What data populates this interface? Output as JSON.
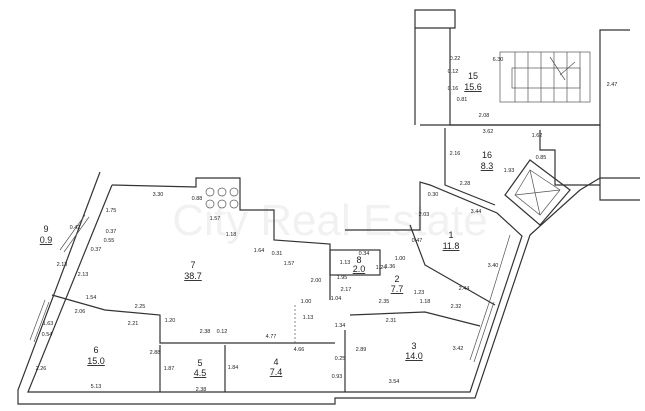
{
  "watermark": "City Real Estate",
  "rooms": [
    {
      "number": "1",
      "area": "11.8"
    },
    {
      "number": "2",
      "area": "7.7"
    },
    {
      "number": "3",
      "area": "14.0"
    },
    {
      "number": "4",
      "area": "7.4"
    },
    {
      "number": "5",
      "area": "4.5"
    },
    {
      "number": "6",
      "area": "15.0"
    },
    {
      "number": "7",
      "area": "38.7"
    },
    {
      "number": "8",
      "area": "2.0"
    },
    {
      "number": "9",
      "area": "0.9"
    },
    {
      "number": "15",
      "area": "15.6"
    },
    {
      "number": "16",
      "area": "8.3"
    }
  ],
  "dims": [
    "3.30",
    "0.88",
    "1.57",
    "1.18",
    "1.64",
    "0.31",
    "1.57",
    "2.00",
    "1.00",
    "1.13",
    "2.38",
    "0.12",
    "4.77",
    "4.66",
    "1.20",
    "2.25",
    "1.54",
    "2.06",
    "2.21",
    "1.75",
    "0.37",
    "0.55",
    "0.37",
    "0.42",
    "2.13",
    "2.13",
    "1.63",
    "0.54",
    "2.26",
    "2.88",
    "5.13",
    "1.87",
    "2.38",
    "1.84",
    "0.30",
    "2.03",
    "0.47",
    "2.28",
    "3.44",
    "1.13",
    "0.34",
    "1.24",
    "1.95",
    "1.36",
    "1.00",
    "2.17",
    "1.04",
    "2.35",
    "1.23",
    "1.18",
    "2.44",
    "2.32",
    "3.40",
    "2.31",
    "1.34",
    "2.89",
    "3.42",
    "3.54",
    "0.25",
    "0.93",
    "6.30",
    "0.22",
    "0.12",
    "0.16",
    "0.81",
    "2.08",
    "3.62",
    "2.47",
    "1.62",
    "2.16",
    "0.85",
    "1.93"
  ]
}
